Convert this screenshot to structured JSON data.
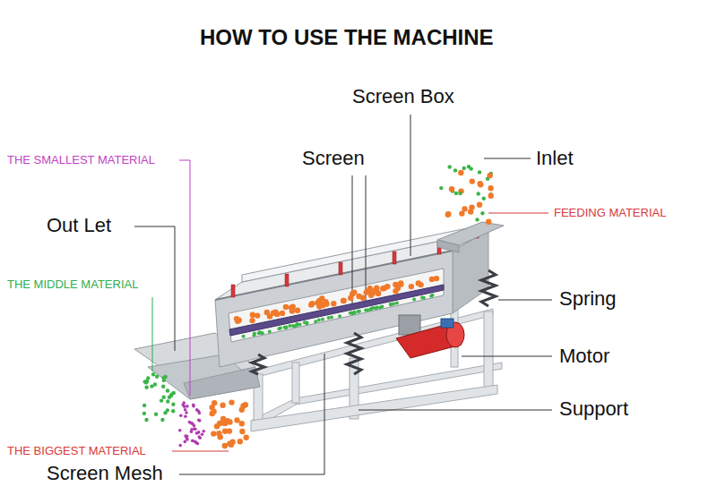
{
  "diagram": {
    "title": "HOW TO USE THE MACHINE",
    "labels": [
      "THE SMALLEST MATERIAL",
      "Out Let",
      "THE MIDDLE MATERIAL",
      "THE BIGGEST MATERIAL",
      "Screen Mesh",
      "Screen Box",
      "Screen",
      "Inlet",
      "FEEDING MATERIAL",
      "Spring",
      "Motor",
      "Support"
    ]
  }
}
